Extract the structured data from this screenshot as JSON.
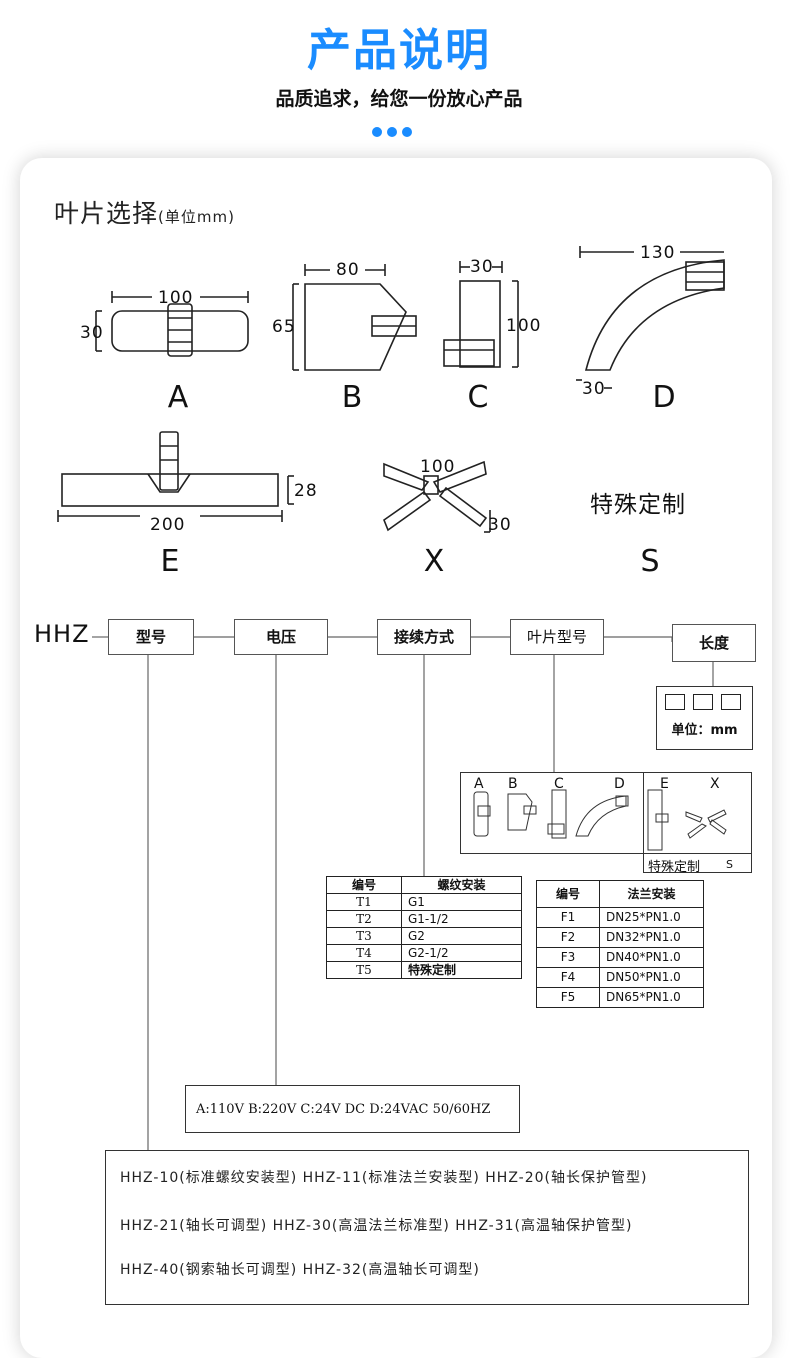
{
  "header": {
    "title": "产品说明",
    "subtitle": "品质追求，给您一份放心产品"
  },
  "blades": {
    "title": "叶片选择",
    "unit": "(单位mm)",
    "A": {
      "letter": "A",
      "w": "100",
      "h": "30"
    },
    "B": {
      "letter": "B",
      "w": "80",
      "h": "65"
    },
    "C": {
      "letter": "C",
      "w": "30",
      "h": "100"
    },
    "D": {
      "letter": "D",
      "w": "130",
      "h": "30"
    },
    "E": {
      "letter": "E",
      "w": "200",
      "h": "28"
    },
    "X": {
      "letter": "X",
      "w": "100",
      "h": "30"
    },
    "S": {
      "letter": "S",
      "label": "特殊定制"
    }
  },
  "code": {
    "prefix": "HHZ",
    "fields": [
      "型号",
      "电压",
      "接续方式",
      "叶片型号",
      "长度"
    ],
    "length_unit": "单位：mm",
    "blade_letters": [
      "A",
      "B",
      "C",
      "D",
      "E",
      "X"
    ],
    "special": "特殊定制",
    "special_code": "S"
  },
  "thread_table": {
    "headers": [
      "编号",
      "螺纹安装"
    ],
    "rows": [
      [
        "T1",
        "G1"
      ],
      [
        "T2",
        "G1-1/2"
      ],
      [
        "T3",
        "G2"
      ],
      [
        "T4",
        "G2-1/2"
      ],
      [
        "T5",
        "特殊定制"
      ]
    ]
  },
  "flange_table": {
    "headers": [
      "编号",
      "法兰安装"
    ],
    "rows": [
      [
        "F1",
        "DN25*PN1.0"
      ],
      [
        "F2",
        "DN32*PN1.0"
      ],
      [
        "F3",
        "DN40*PN1.0"
      ],
      [
        "F4",
        "DN50*PN1.0"
      ],
      [
        "F5",
        "DN65*PN1.0"
      ]
    ]
  },
  "voltage": "A:110V  B:220V  C:24V DC D:24VAC 50/60HZ",
  "models": [
    "HHZ-10(标准螺纹安装型)  HHZ-11(标准法兰安装型)  HHZ-20(轴长保护管型)",
    "HHZ-21(轴长可调型)  HHZ-30(高温法兰标准型)  HHZ-31(高温轴保护管型)",
    "HHZ-40(钢索轴长可调型)  HHZ-32(高温轴长可调型)"
  ]
}
